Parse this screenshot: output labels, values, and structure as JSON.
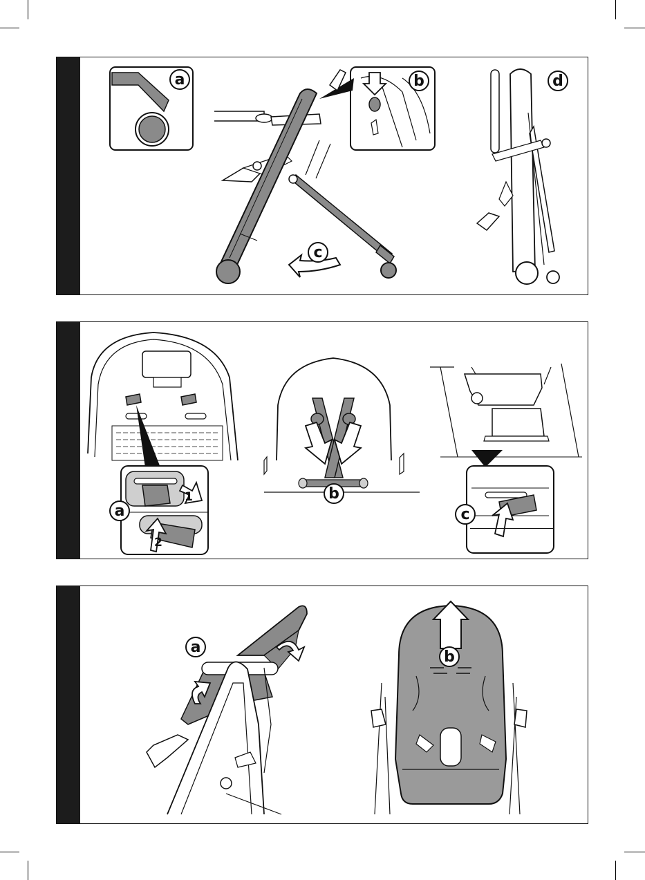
{
  "colors": {
    "part_gray": "#8a8a8a",
    "fabric_gray": "#9a9a9a",
    "light_gray": "#cfcfcf",
    "line": "#111111",
    "bar": "#1c1c1c"
  },
  "panels": [
    {
      "callouts": [
        "a",
        "b",
        "c",
        "d"
      ]
    },
    {
      "callouts": [
        "a",
        "b",
        "c"
      ],
      "steps": [
        "1",
        "2"
      ]
    },
    {
      "callouts": [
        "a",
        "b"
      ]
    }
  ]
}
